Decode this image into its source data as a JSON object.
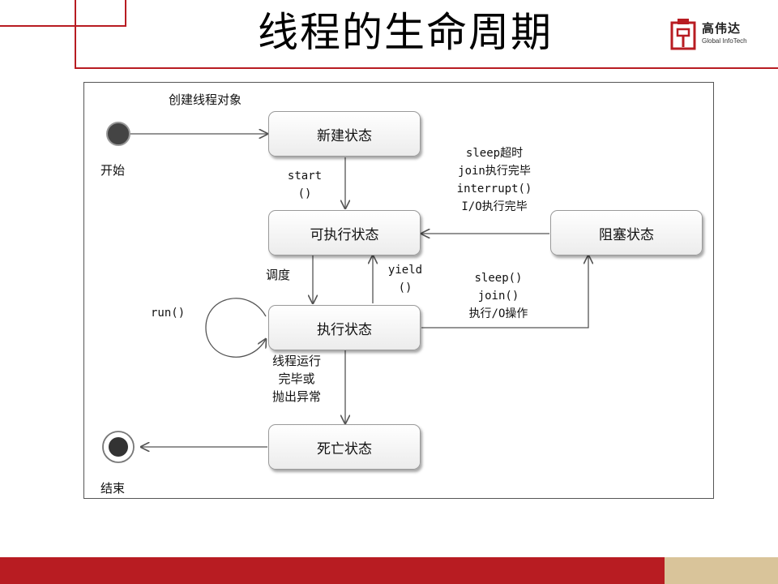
{
  "slide": {
    "title": "线程的生命周期",
    "logo": {
      "cn_name": "高伟达",
      "en_name": "Global InfoTech"
    }
  },
  "diagram": {
    "states": {
      "new": "新建状态",
      "runnable": "可执行状态",
      "running": "执行状态",
      "blocked": "阻塞状态",
      "dead": "死亡状态"
    },
    "start_label": "开始",
    "end_label": "结束",
    "transitions": {
      "create": "创建线程对象",
      "start": [
        "start",
        "()"
      ],
      "schedule": "调度",
      "yield": [
        "yield",
        "()"
      ],
      "run": "run()",
      "to_blocked": [
        "sleep()",
        "join()",
        "执行/O操作"
      ],
      "from_blocked": [
        "sleep超时",
        "join执行完毕",
        "interrupt()",
        "I/O执行完毕"
      ],
      "to_dead": [
        "线程运行",
        "完毕或",
        "抛出异常"
      ]
    }
  },
  "colors": {
    "accent_red": "#b81c22",
    "accent_tan": "#d9c49a",
    "line": "#555555"
  }
}
